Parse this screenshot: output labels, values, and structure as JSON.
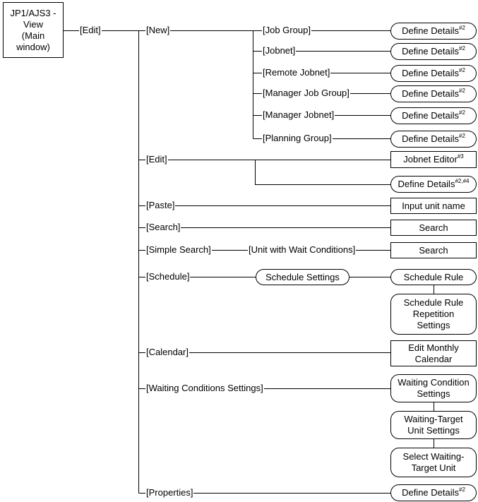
{
  "root": "JP1/AJS3 -\nView\n(Main\nwindow)",
  "edit_menu": "[Edit]",
  "menu": {
    "new": "[New]",
    "edit": "[Edit]",
    "paste": "[Paste]",
    "search": "[Search]",
    "simple_search": "[Simple Search]",
    "schedule": "[Schedule]",
    "calendar": "[Calendar]",
    "waiting": "[Waiting Conditions Settings]",
    "properties": "[Properties]"
  },
  "new_items": [
    "[Job Group]",
    "[Jobnet]",
    "[Remote Jobnet]",
    "[Manager Job Group]",
    "[Manager Jobnet]",
    "[Planning Group]"
  ],
  "define_details": "Define Details",
  "note2": "#2",
  "jobnet_editor": "Jobnet Editor",
  "note3": "#3",
  "note24": "#2,#4",
  "input_unit_name": "Input unit name",
  "search": "Search",
  "unit_wait": "[Unit with Wait Conditions]",
  "schedule_settings": "Schedule Settings",
  "schedule_rule": "Schedule Rule",
  "schedule_repetition": "Schedule Rule\nRepetition\nSettings",
  "edit_monthly": "Edit Monthly\nCalendar",
  "waiting_condition": "Waiting Condition\nSettings",
  "waiting_target_unit": "Waiting-Target\nUnit Settings",
  "select_waiting_target": "Select Waiting-\nTarget Unit"
}
